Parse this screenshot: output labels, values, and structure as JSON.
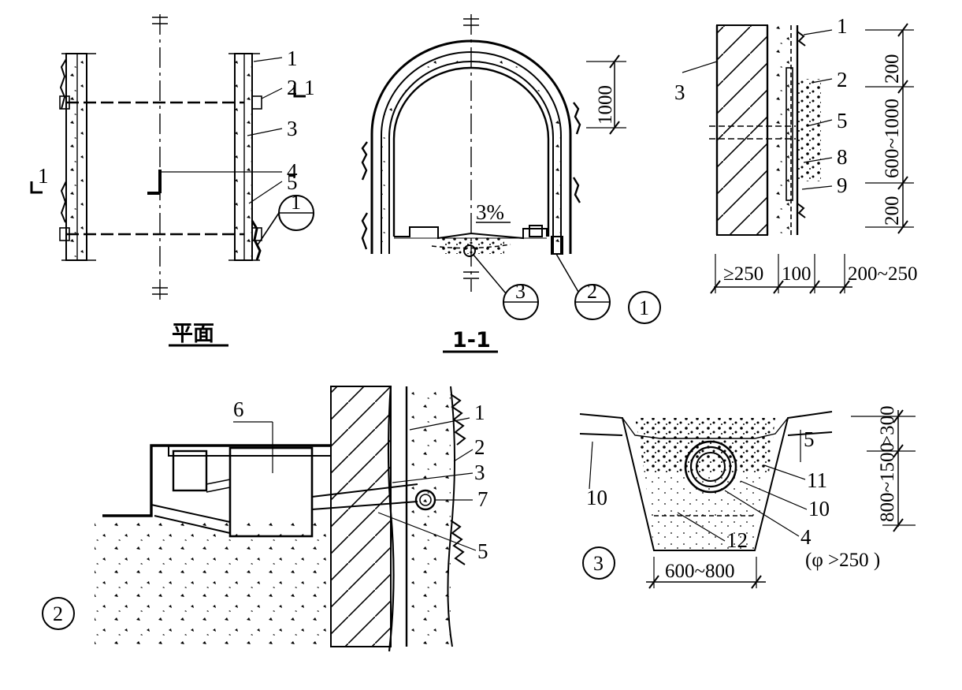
{
  "plan": {
    "title": "平面",
    "section_mark": "1",
    "callouts": [
      "1",
      "2",
      "3",
      "4",
      "5"
    ],
    "detail_ref": "1"
  },
  "section": {
    "title": "1-1",
    "slope": "3%",
    "dim_1000": "1000",
    "ref_3": "3",
    "ref_2": "2",
    "detail_no": "1"
  },
  "detail1": {
    "callouts": [
      "1",
      "2",
      "5",
      "8",
      "9"
    ],
    "callout_3": "3",
    "dims_vertical": [
      "200",
      "600~1000",
      "200"
    ],
    "dims_horizontal": [
      "≥250",
      "100",
      "200~250"
    ]
  },
  "detail2": {
    "detail_no": "2",
    "callout_6": "6",
    "callouts": [
      "1",
      "2",
      "3",
      "7",
      "5"
    ]
  },
  "detail3": {
    "detail_no": "3",
    "callouts": [
      "5",
      "11",
      "10",
      "4",
      "12"
    ],
    "callout_10_left": "10",
    "pipe_note": "(φ >250 )",
    "dim_top": ">300",
    "dim_height": "800~1500",
    "dim_width": "600~800"
  },
  "colors": {
    "ink": "#000000",
    "paper": "#ffffff"
  }
}
